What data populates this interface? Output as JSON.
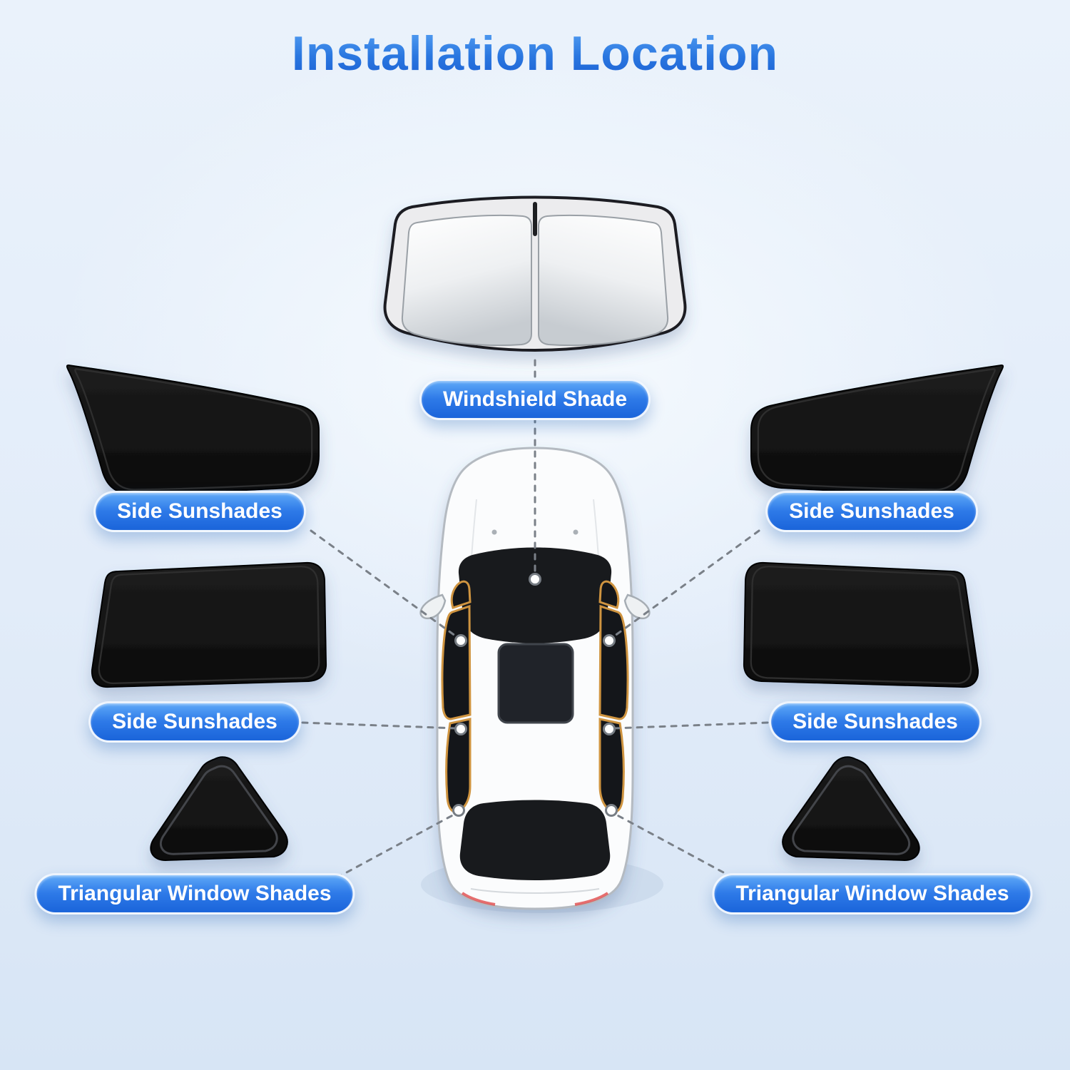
{
  "title": "Installation Location",
  "labels": {
    "windshield": "Windshield Shade",
    "side_front_left": "Side Sunshades",
    "side_rear_left": "Side Sunshades",
    "side_front_right": "Side Sunshades",
    "side_rear_right": "Side Sunshades",
    "triangular_left": "Triangular Window Shades",
    "triangular_right": "Triangular Window Shades"
  },
  "icons": {
    "car": "car-top-view",
    "windshield_shade": "windshield-sunshade",
    "side_shade_front": "front-side-window-sunshade",
    "side_shade_rear": "rear-side-window-sunshade",
    "triangular_shade": "triangular-window-sunshade",
    "connector": "dashed-callout-line",
    "anchor": "connection-dot"
  },
  "colors": {
    "title_gradient_start": "#5aa5f5",
    "title_gradient_end": "#1b5fd3",
    "label_gradient_start": "#5fa9f8",
    "label_gradient_end": "#1a64da",
    "label_text": "#ffffff",
    "background_start": "#eaf2fb",
    "background_end": "#d7e5f5",
    "shade_black": "#141414",
    "windshield_shade_silver": "#ececee",
    "window_trim_orange": "#cf9440",
    "connector_gray": "#7a8088",
    "car_body_white": "#fbfcfd"
  }
}
